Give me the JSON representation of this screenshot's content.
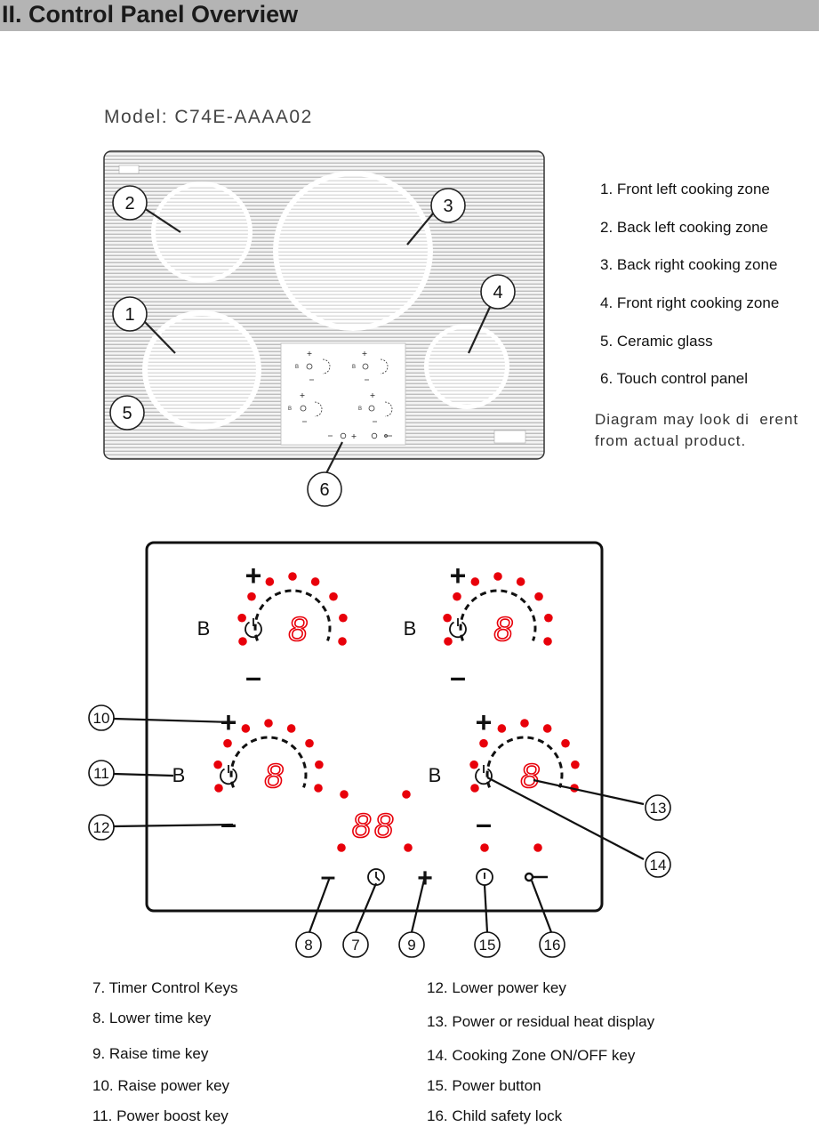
{
  "header": {
    "title": "II. Control Panel Overview"
  },
  "model": {
    "label": "Model: C74E-AAAA02"
  },
  "cooktop": {
    "zone_callouts": [
      "1",
      "2",
      "3",
      "4",
      "5",
      "6"
    ],
    "mini_boost_label": "B"
  },
  "top_legend": [
    "1.   Front left cooking zone",
    "2.   Back  left cooking  zone",
    "3.   Back right  cooking zone",
    "4.   Front right cooking zone",
    "5.   Ceramic  glass",
    "6.   Touch  control panel"
  ],
  "disclaimer": {
    "line1": "Diagram may look di  erent",
    "line2": "from actual product."
  },
  "panel": {
    "boost_label": "B",
    "plus_symbol": "+",
    "minus_symbol": "–",
    "zone_display": "8",
    "timer_display": "88",
    "callouts": [
      "10",
      "11",
      "12",
      "13",
      "14",
      "8",
      "7",
      "9",
      "15",
      "16"
    ]
  },
  "bottom_legend_left": [
    "7.   Timer  Control  Keys",
    "8.   Lower  time key",
    "9.   Raise  time key",
    "10.  Raise power  key",
    "11.  Power boost key"
  ],
  "bottom_legend_right": [
    "12. Lower power  key",
    "13.  Power  or  residual  heat  display",
    "14.  Cooking  Zone ON/OFF key",
    "15.  Power button",
    "16.  Child  safety  lock"
  ],
  "colors": {
    "indicator": "#e8000a",
    "title_bar": "#b4b4b4",
    "glass": "#ececec"
  }
}
